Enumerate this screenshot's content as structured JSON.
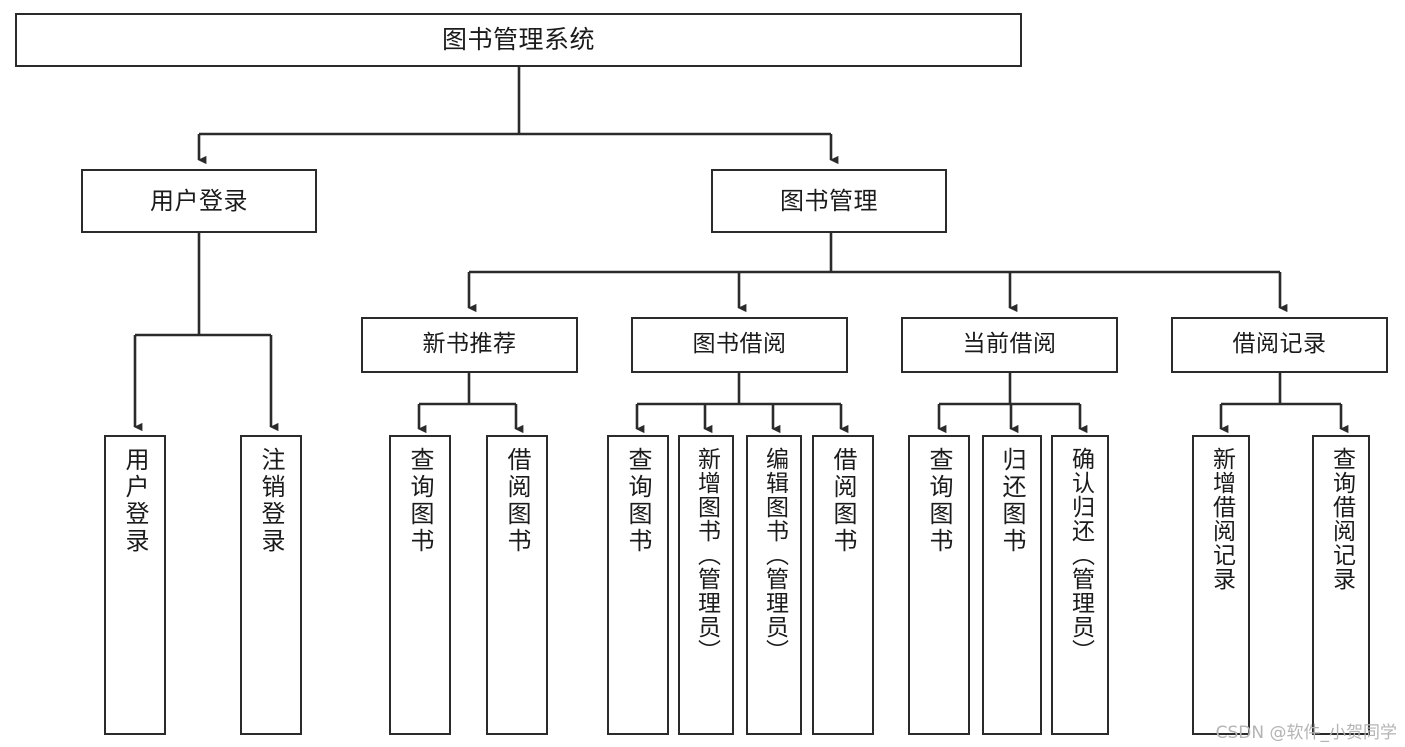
{
  "diagram": {
    "title": "图书管理系统",
    "root": {
      "label": "图书管理系统"
    },
    "level2": [
      {
        "label": "用户登录"
      },
      {
        "label": "图书管理"
      }
    ],
    "level3": [
      {
        "label": "新书推荐"
      },
      {
        "label": "图书借阅"
      },
      {
        "label": "当前借阅"
      },
      {
        "label": "借阅记录"
      }
    ],
    "leaves": {
      "user_login": [
        {
          "label": "用户登录"
        },
        {
          "label": "注销登录"
        }
      ],
      "new_book": [
        {
          "label": "查询图书"
        },
        {
          "label": "借阅图书"
        }
      ],
      "book_borrow": [
        {
          "label": "查询图书"
        },
        {
          "label": "新增图书（管理员）"
        },
        {
          "label": "编辑图书（管理员）"
        },
        {
          "label": "借阅图书"
        }
      ],
      "current_borrow": [
        {
          "label": "查询图书"
        },
        {
          "label": "归还图书"
        },
        {
          "label": "确认归还（管理员）"
        }
      ],
      "borrow_record": [
        {
          "label": "新增借阅记录"
        },
        {
          "label": "查询借阅记录"
        }
      ]
    }
  },
  "watermark": {
    "text": "CSDN @软件_小贺同学"
  },
  "colors": {
    "stroke": "#2b2b2b",
    "background": "#ffffff",
    "text": "#1b1b1b",
    "watermark": "#b4b4b4"
  }
}
